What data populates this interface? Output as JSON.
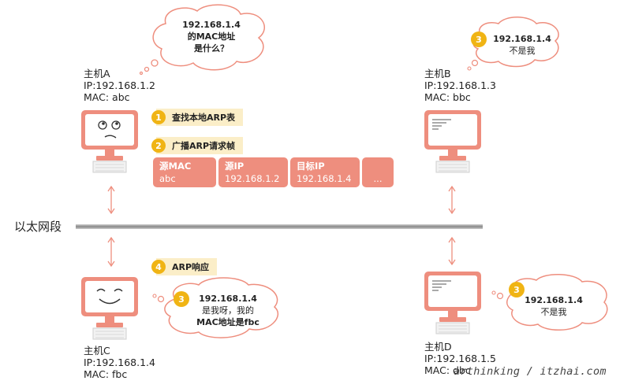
{
  "network": {
    "segment_label": "以太网段"
  },
  "hosts": {
    "a": {
      "name": "主机A",
      "ip": "IP:192.168.1.2",
      "mac": "MAC: abc"
    },
    "b": {
      "name": "主机B",
      "ip": "IP:192.168.1.3",
      "mac": "MAC: bbc"
    },
    "c": {
      "name": "主机C",
      "ip": "IP:192.168.1.4",
      "mac": "MAC: fbc"
    },
    "d": {
      "name": "主机D",
      "ip": "IP:192.168.1.5",
      "mac": "MAC: dbc"
    }
  },
  "bubbles": {
    "a": {
      "line1": "192.168.1.4",
      "line2": "的MAC地址",
      "line3": "是什么？"
    },
    "b": {
      "badge": "3",
      "line1": "192.168.1.4",
      "line2": "不是我"
    },
    "c": {
      "badge": "3",
      "line1": "192.168.1.4",
      "line2": "是我呀，我的",
      "line3": "MAC地址是fbc"
    },
    "d": {
      "badge": "3",
      "line1": "192.168.1.4",
      "line2": "不是我"
    }
  },
  "steps": [
    {
      "num": "1",
      "label": "查找本地ARP表"
    },
    {
      "num": "2",
      "label": "广播ARP请求帧"
    },
    {
      "num": "4",
      "label": "ARP响应"
    }
  ],
  "packet": [
    {
      "title": "源MAC",
      "value": "abc"
    },
    {
      "title": "源IP",
      "value": "192.168.1.2"
    },
    {
      "title": "目标IP",
      "value": "192.168.1.4"
    },
    {
      "title": "",
      "value": "..."
    }
  ],
  "watermark": "arthinking / itzhai.com",
  "colors": {
    "accent": "#ee8e7e",
    "badge": "#f0b414",
    "step_bg": "#fbeec8",
    "bus": "#999999"
  }
}
